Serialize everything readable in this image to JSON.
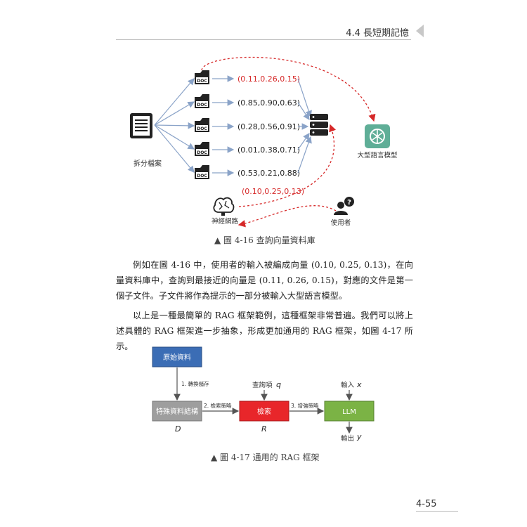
{
  "header": {
    "section": "4.4 長短期記憶",
    "page_number": "4-55"
  },
  "fig1": {
    "split_label": "拆分檔案",
    "doc_label": "DOC",
    "vectors": [
      "(0.11,0.26,0.15)",
      "(0.85,0.90,0.63)",
      "(0.28,0.56,0.91)",
      "(0.01,0.38,0.71)",
      "(0.53,0.21,0.88)"
    ],
    "query_vector": "(0.10,0.25,0.13)",
    "llm_label": "大型語言模型",
    "nn_label": "神經網路",
    "user_label": "使用者",
    "caption": "▲ 圖 4-16 查詢向量資料庫"
  },
  "paragraphs": [
    "例如在圖 4-16 中，使用者的輸入被編成向量 (0.10, 0.25, 0.13)，在向量資料庫中，查詢到最接近的向量是 (0.11, 0.26, 0.15)，對應的文件是第一個子文件。子文件將作為提示的一部分被輸入大型語言模型。",
    "以上是一種最簡單的 RAG 框架範例，這種框架非常普遍。我們可以將上述具體的 RAG 框架進一步抽象，形成更加通用的 RAG 框架，如圖 4-17 所示。"
  ],
  "fig2": {
    "raw_data": "原始資料",
    "structure": "特殊資料結構",
    "retrieve": "檢索",
    "llm": "LLM",
    "step1": "1. 轉換儲存",
    "step2": "2. 檢索策略",
    "step3": "3. 增強策略",
    "query_item": "查詢項",
    "query_var": "q",
    "input": "輸入",
    "input_var": "x",
    "output": "輸出",
    "output_var": "y",
    "var_d": "D",
    "var_r": "R",
    "caption": "▲ 圖 4-17 通用的 RAG 框架"
  },
  "colors": {
    "blue": "#3b6db5",
    "gray": "#9e9e9e",
    "red": "#e8262a",
    "green": "#7bb345",
    "teal": "#5fae97",
    "dashed_red": "#d62828"
  }
}
